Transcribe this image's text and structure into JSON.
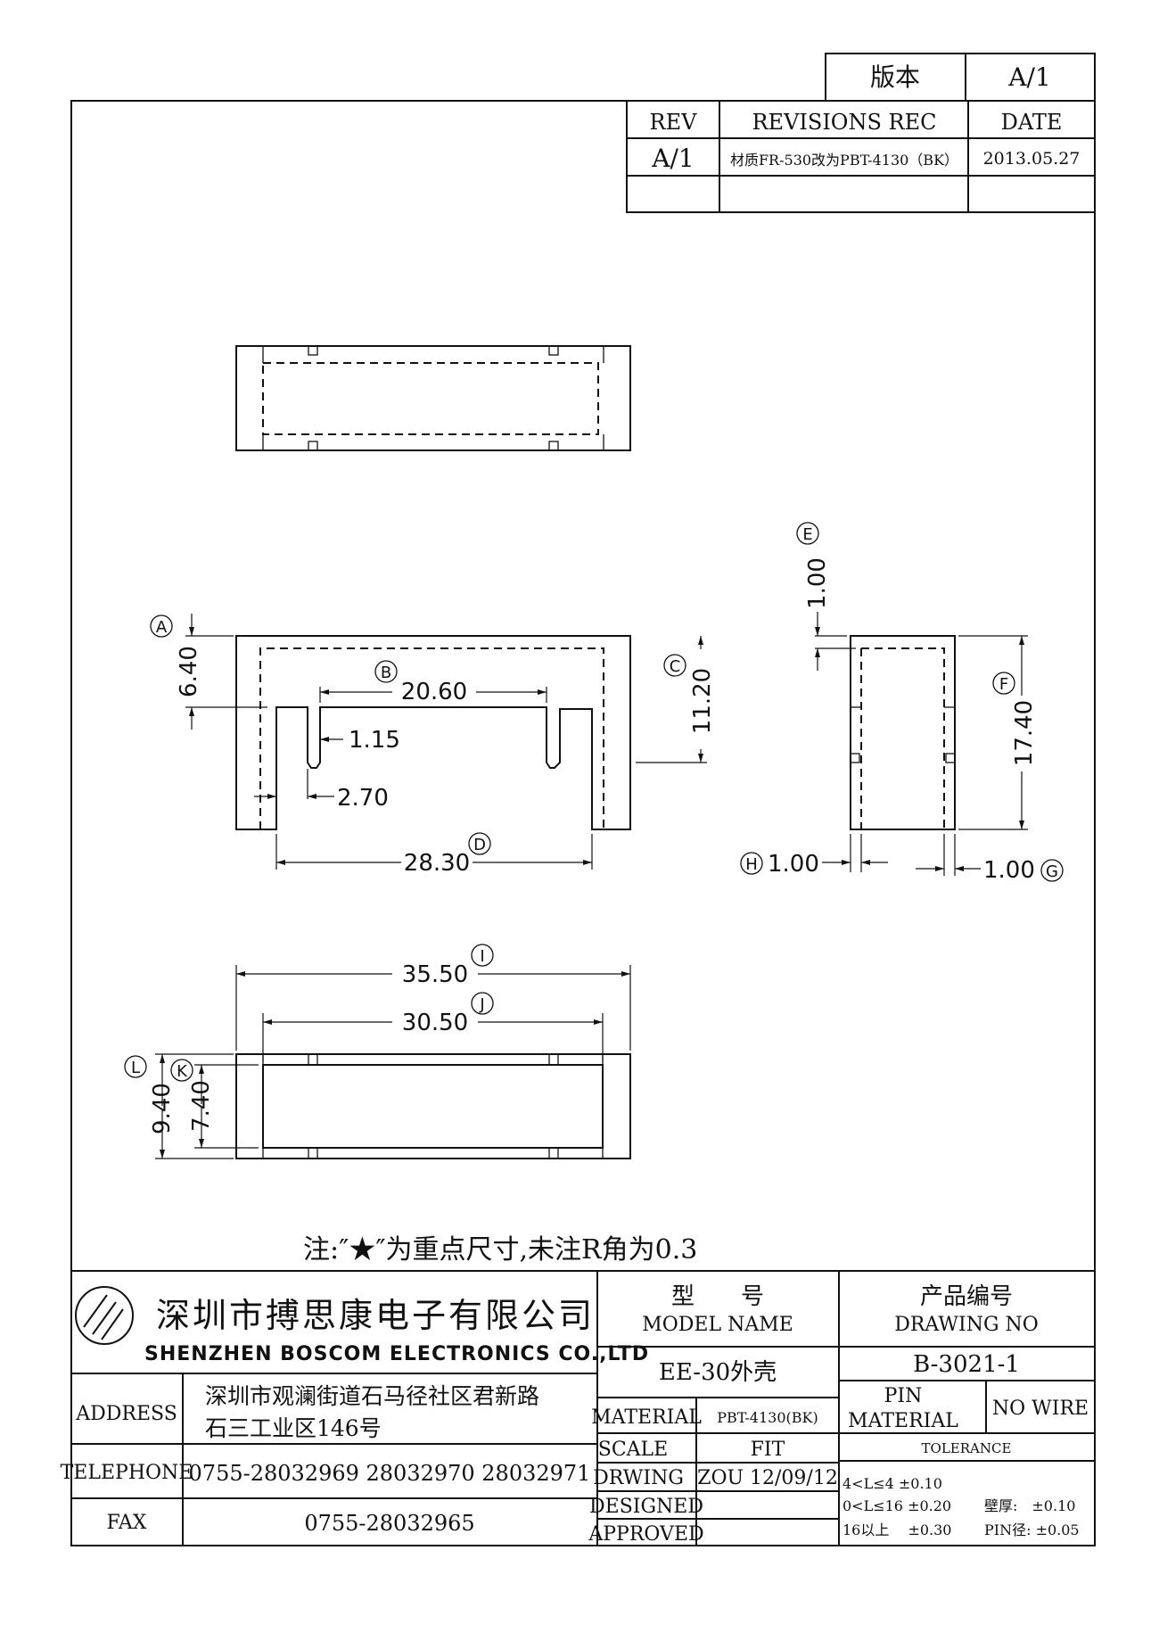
{
  "revision_block": {
    "version_label": "版本",
    "version_value": "A/1",
    "rev_header": "REV",
    "revisions_header": "REVISIONS REC",
    "date_header": "DATE",
    "rows": [
      {
        "rev": "A/1",
        "desc": "材质FR-530改为PBT-4130（BK）",
        "date": "2013.05.27"
      },
      {
        "rev": "",
        "desc": "",
        "date": ""
      }
    ]
  },
  "dimensions": {
    "A": {
      "letter": "A",
      "value": "6.40"
    },
    "B": {
      "letter": "B",
      "value": "20.60"
    },
    "C": {
      "letter": "C",
      "value": "11.20"
    },
    "D": {
      "letter": "D",
      "value": "28.30"
    },
    "E": {
      "letter": "E",
      "value": "1.00"
    },
    "F": {
      "letter": "F",
      "value": "17.40"
    },
    "G": {
      "letter": "G",
      "value": "1.00"
    },
    "H": {
      "letter": "H",
      "value": "1.00"
    },
    "I": {
      "letter": "I",
      "value": "35.50"
    },
    "J": {
      "letter": "J",
      "value": "30.50"
    },
    "K": {
      "letter": "K",
      "value": "7.40"
    },
    "L": {
      "letter": "L",
      "value": "9.40"
    },
    "slot_width": "1.15",
    "slot_offset": "2.70"
  },
  "note": "注:″★″为重点尺寸,未注R角为0.3",
  "title_block": {
    "company_cn": "深圳市搏思康电子有限公司",
    "company_en": "SHENZHEN BOSCOM ELECTRONICS CO.,LTD",
    "model_label_cn": "型　　号",
    "model_label_en": "MODEL NAME",
    "model_value": "EE-30外壳",
    "drawing_label_cn": "产品编号",
    "drawing_label_en": "DRAWING NO",
    "drawing_value": "B-3021-1",
    "address_label": "ADDRESS",
    "address_line1": "深圳市观澜街道石马径社区君新路",
    "address_line2": "石三工业区146号",
    "telephone_label": "TELEPHONE",
    "telephone_value": "0755-28032969 28032970 28032971",
    "fax_label": "FAX",
    "fax_value": "0755-28032965",
    "material_label": "MATERIAL",
    "material_value": "PBT-4130(BK)",
    "scale_label": "SCALE",
    "scale_value": "FIT",
    "drawing_by_label": "DRWING",
    "drawing_by_value": "ZOU 12/09/12",
    "designed_label": "DESIGNED",
    "designed_value": "",
    "approved_label": "APPROVED",
    "approved_value": "",
    "pin_material_label_1": "PIN",
    "pin_material_label_2": "MATERIAL",
    "pin_material_value": "NO WIRE",
    "tolerance_label": "TOLERANCE",
    "tol_row1": "4<L≤4  ±0.10",
    "tol_row2": "0<L≤16  ±0.20",
    "tol_row3": "16以上　  ±0.30",
    "tol_wall": "壁厚:　±0.10",
    "tol_pin": "PIN径:  ±0.05"
  }
}
